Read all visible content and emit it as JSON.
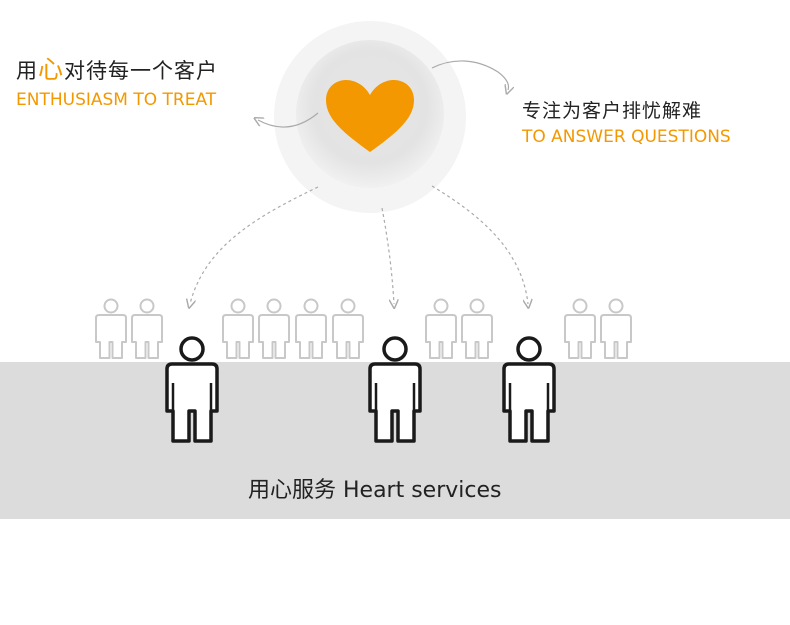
{
  "left_caption": {
    "cn_prefix": "用",
    "cn_highlight": "心",
    "cn_suffix": "对待每一个客户",
    "en": "ENTHUSIASM TO TREAT"
  },
  "right_caption": {
    "cn": "专注为客户排忧解难",
    "en": "TO ANSWER QUESTIONS"
  },
  "footer": {
    "text": "用心服务 Heart services"
  },
  "colors": {
    "accent": "#f39800",
    "band": "#dcdcdc",
    "text": "#222222"
  },
  "icons": [
    "heart-icon",
    "person-icon"
  ]
}
